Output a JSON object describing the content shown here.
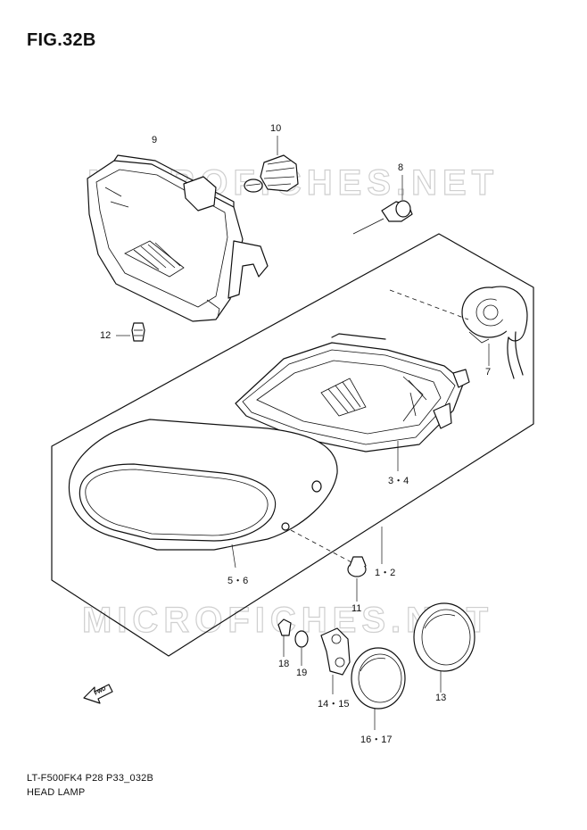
{
  "figure": {
    "title": "FIG.32B",
    "model_code": "LT-F500FK4 P28 P33_032B",
    "part_name": "HEAD LAMP"
  },
  "watermark": {
    "text": "MICROFICHES.NET",
    "color": "#cfcfcf"
  },
  "fwd_arrow": {
    "label": "FWD"
  },
  "callouts": [
    {
      "id": "9",
      "label": "9"
    },
    {
      "id": "10",
      "label": "10"
    },
    {
      "id": "8",
      "label": "8"
    },
    {
      "id": "12",
      "label": "12"
    },
    {
      "id": "7",
      "label": "7"
    },
    {
      "id": "3-4",
      "label": "3・4"
    },
    {
      "id": "1-2",
      "label": "1・2"
    },
    {
      "id": "5-6",
      "label": "5・6"
    },
    {
      "id": "11",
      "label": "11"
    },
    {
      "id": "18",
      "label": "18"
    },
    {
      "id": "19",
      "label": "19"
    },
    {
      "id": "14-15",
      "label": "14・15"
    },
    {
      "id": "13",
      "label": "13"
    },
    {
      "id": "16-17",
      "label": "16・17"
    }
  ]
}
